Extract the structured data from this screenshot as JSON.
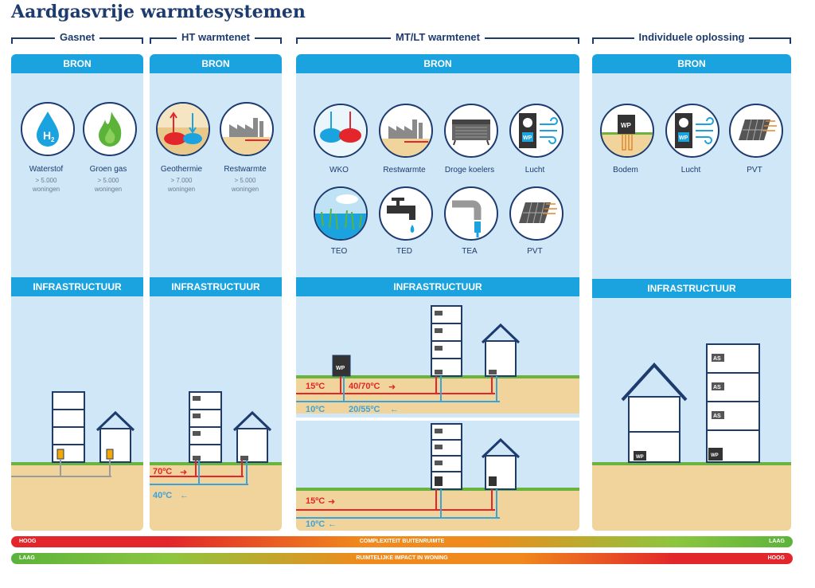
{
  "title": "Aardgasvrije warmtesystemen",
  "groups": {
    "gasnet": "Gasnet",
    "ht": "HT warmtenet",
    "mtlt": "MT/LT warmtenet",
    "ind": "Individuele oplossing"
  },
  "headers": {
    "bron": "BRON",
    "infra": "INFRASTRUCTUUR"
  },
  "sources": {
    "waterstof": {
      "label": "Waterstof",
      "sub": "> 5.000",
      "sub2": "woningen"
    },
    "groengas": {
      "label": "Groen gas",
      "sub": "> 5.000",
      "sub2": "woningen"
    },
    "geothermie": {
      "label": "Geothermie",
      "sub": "> 7.000",
      "sub2": "woningen"
    },
    "restwarmte_ht": {
      "label": "Restwarmte",
      "sub": "> 5.000",
      "sub2": "woningen"
    },
    "wko": "WKO",
    "restwarmte_mt": "Restwarmte",
    "droge_koelers": "Droge koelers",
    "lucht_mt": "Lucht",
    "teo": "TEO",
    "ted": "TED",
    "tea": "TEA",
    "pvt_mt": "PVT",
    "bodem": "Bodem",
    "lucht_ind": "Lucht",
    "pvt_ind": "PVT"
  },
  "icon_text": {
    "h2": "H",
    "h2_sub": "2",
    "wp": "WP",
    "as": "AS"
  },
  "temps": {
    "ht_supply": "70ºC",
    "ht_return": "40ºC",
    "mt_supply_src": "15ºC",
    "mt_supply_bld": "40/70ºC",
    "mt_return_src": "10ºC",
    "mt_return_bld": "20/55ºC",
    "lt_supply": "15ºC",
    "lt_return": "10ºC"
  },
  "bars": {
    "complexiteit": {
      "left": "HOOG",
      "center": "COMPLEXITEIT BUITENRUIMTE",
      "right": "LAAG"
    },
    "ruimtelijk": {
      "left": "LAAG",
      "center": "RUIMTELIJKE IMPACT IN WONING",
      "right": "HOOG"
    }
  },
  "colors": {
    "navy": "#1d3b6e",
    "blue": "#1aa3df",
    "panel": "#cfe7f7",
    "soil": "#f1d49b",
    "grass": "#6ab33e",
    "hot": "#e2262b",
    "cold": "#3aa3dc"
  },
  "icons": [
    "hydrogen-drop-icon",
    "green-gas-flame-icon",
    "geothermal-icon",
    "factory-icon",
    "wko-icon",
    "dry-cooler-icon",
    "air-heatpump-icon",
    "teo-surface-water-icon",
    "ted-tap-icon",
    "tea-pipe-icon",
    "pvt-panel-icon",
    "ground-heatpump-icon"
  ]
}
